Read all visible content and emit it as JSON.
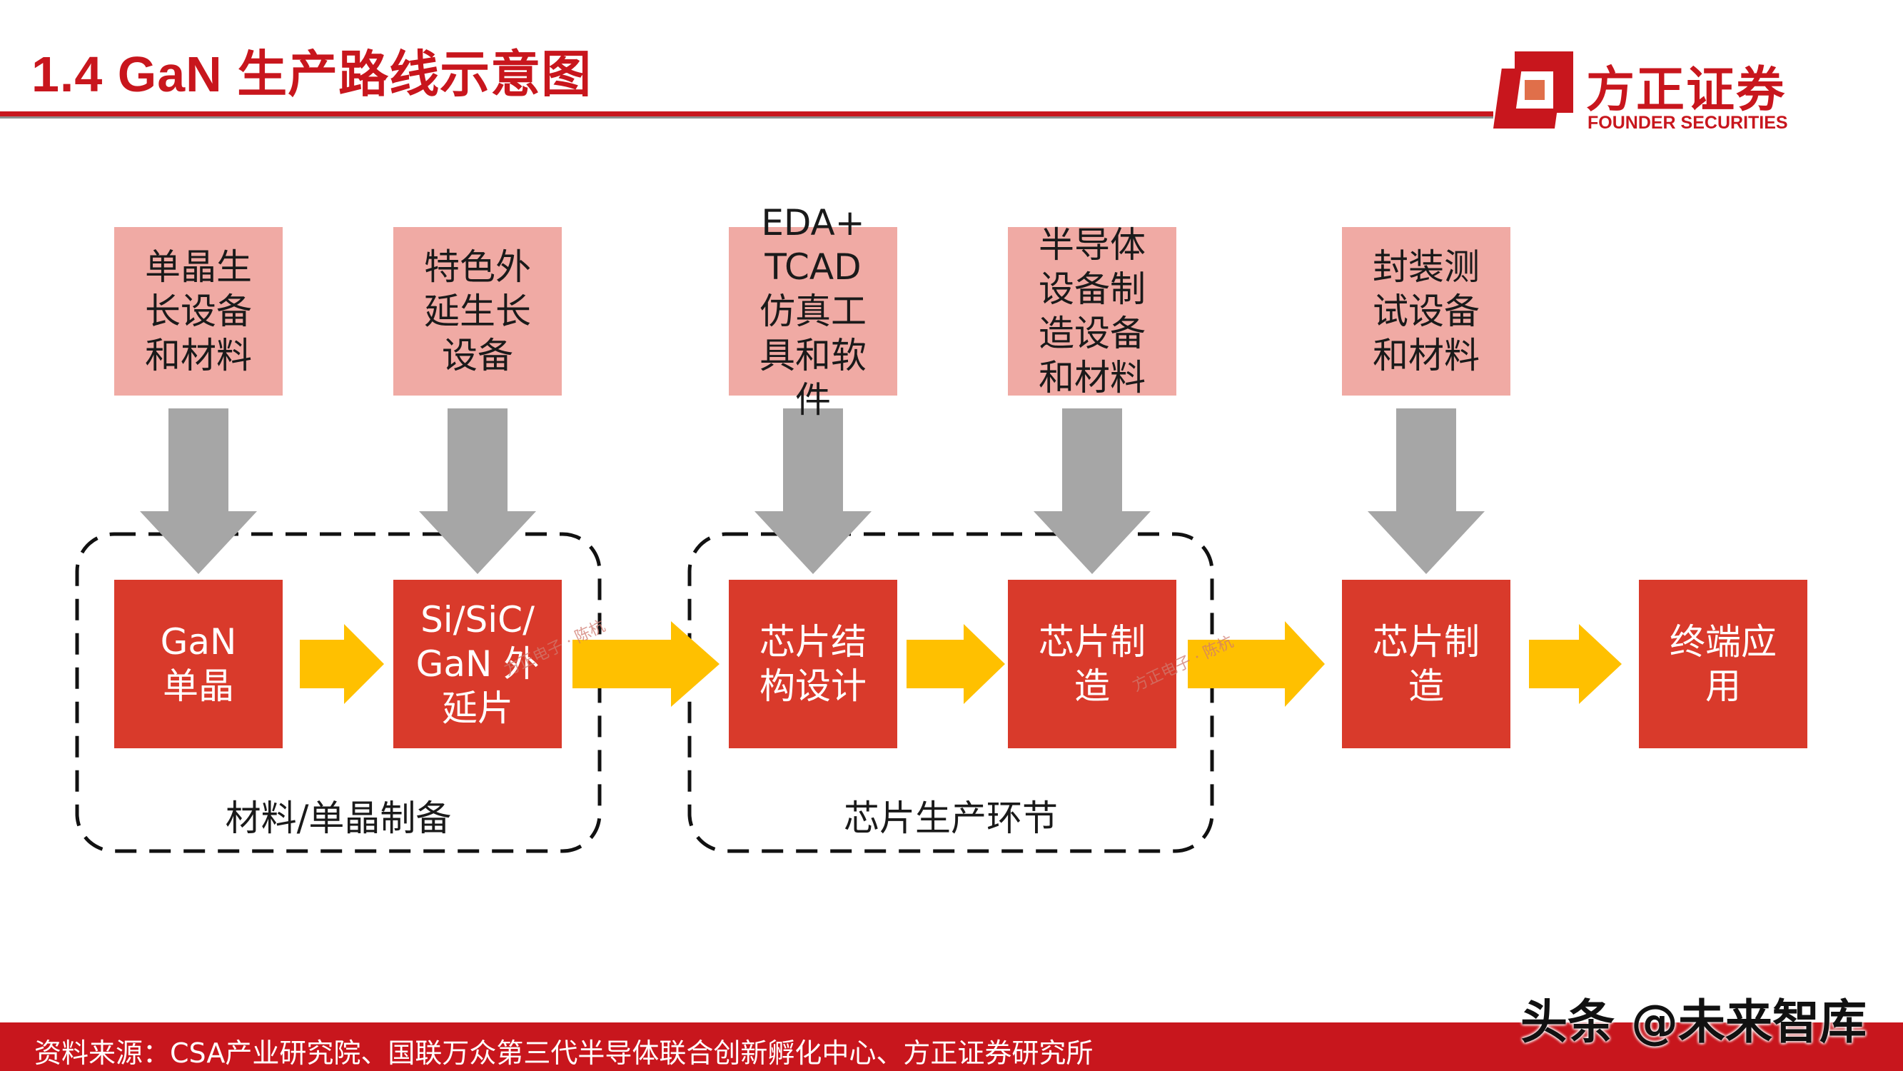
{
  "title": "1.4 GaN 生产路线示意图",
  "logo": {
    "name": "方正证券",
    "english": "FOUNDER SECURITIES",
    "icon": "founder-logo-icon",
    "brand_color": "#c8161d"
  },
  "inputs": [
    {
      "label": "单晶生长设备和材料"
    },
    {
      "label": "特色外延生长设备"
    },
    {
      "label": "EDA+TCAD仿真工具和软件"
    },
    {
      "label": "半导体设备制造设备和材料"
    },
    {
      "label": "封装测试设备和材料"
    }
  ],
  "stages": [
    {
      "label": "GaN 单晶"
    },
    {
      "label": "Si/SiC/ GaN 外延片"
    },
    {
      "label": "芯片结构设计"
    },
    {
      "label": "芯片制造"
    },
    {
      "label": "芯片制造"
    },
    {
      "label": "终端应用"
    }
  ],
  "groups": [
    {
      "label": "材料/单晶制备"
    },
    {
      "label": "芯片生产环节"
    }
  ],
  "colors": {
    "input_box": "#f0aaa4",
    "stage_box": "#d93a2b",
    "down_arrow": "#a6a6a6",
    "flow_arrow": "#ffc000",
    "accent": "#c8161d"
  },
  "watermarks": {
    "mark_1": "方正电子 · 陈杭",
    "mark_2": "方正电子 · 陈杭"
  },
  "footer": {
    "source": "资料来源：CSA产业研究院、国联万众第三代半导体联合创新孵化中心、方正证券研究所"
  },
  "overlay_watermark": "头条 @未来智库"
}
